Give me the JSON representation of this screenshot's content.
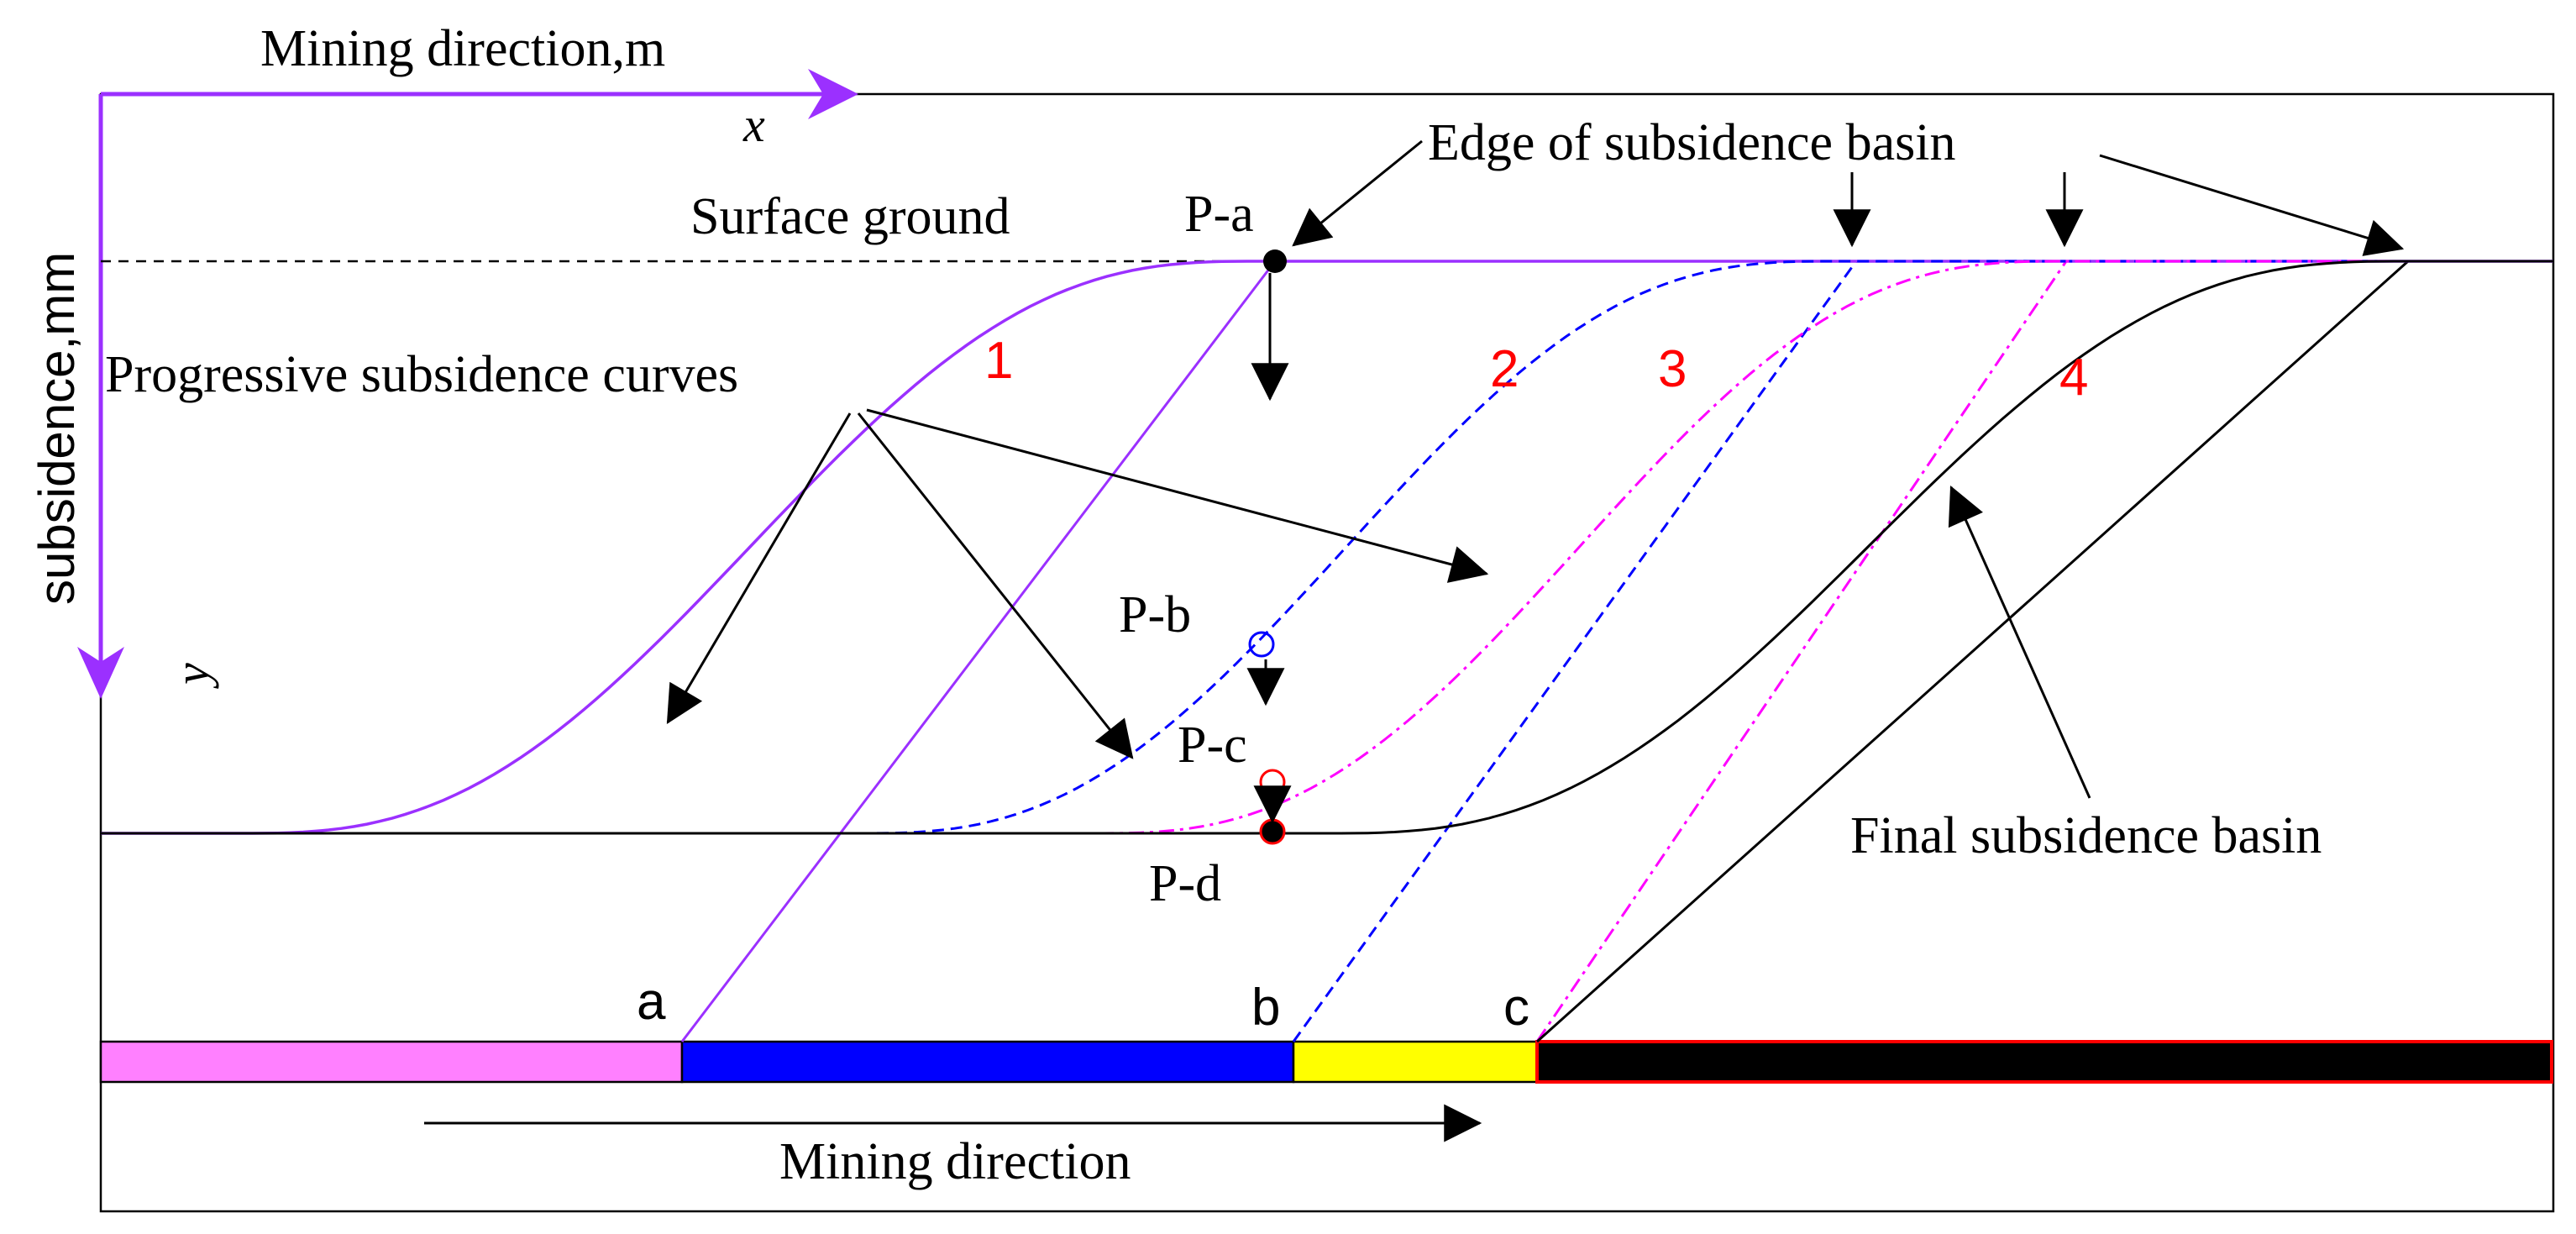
{
  "labels": {
    "x_axis_title": "Mining direction,m",
    "x_symbol": "x",
    "y_axis_title": "subsidence,mm",
    "y_symbol": "y",
    "surface_ground": "Surface ground",
    "edge_of_basin": "Edge of subsidence basin",
    "progressive_curves": "Progressive subsidence curves",
    "final_basin": "Final subsidence basin",
    "mining_direction_bottom": "Mining direction"
  },
  "curves": [
    {
      "id": "1",
      "label": "1",
      "color": "#9b30ff",
      "style": "solid"
    },
    {
      "id": "2",
      "label": "2",
      "color": "#0000ff",
      "style": "dashed"
    },
    {
      "id": "3",
      "label": "3",
      "color": "#ff00ff",
      "style": "dashdot"
    },
    {
      "id": "4",
      "label": "4",
      "color": "#000000",
      "style": "solid"
    }
  ],
  "points": [
    {
      "id": "P-a",
      "label": "P-a",
      "marker": "filled",
      "color": "#000000"
    },
    {
      "id": "P-b",
      "label": "P-b",
      "marker": "open",
      "color": "#0000ff"
    },
    {
      "id": "P-c",
      "label": "P-c",
      "marker": "open",
      "color": "#ff0000"
    },
    {
      "id": "P-d",
      "label": "P-d",
      "marker": "filled-red-edge",
      "color": "#000000"
    }
  ],
  "sections": [
    {
      "id": "a",
      "label": "a",
      "color": "#ff80ff"
    },
    {
      "id": "b",
      "label": "b",
      "color": "#0000ff"
    },
    {
      "id": "c",
      "label": "c",
      "color": "#ffff00"
    },
    {
      "id": "end",
      "label": "",
      "color": "#000000"
    }
  ],
  "colors": {
    "axis_arrow": "#9b30ff",
    "curve_1": "#9b30ff",
    "curve_2": "#0000ff",
    "curve_3": "#ff00ff",
    "curve_4": "#000000",
    "curve_number": "#ff0000",
    "panel_edge": "#ff0000"
  }
}
